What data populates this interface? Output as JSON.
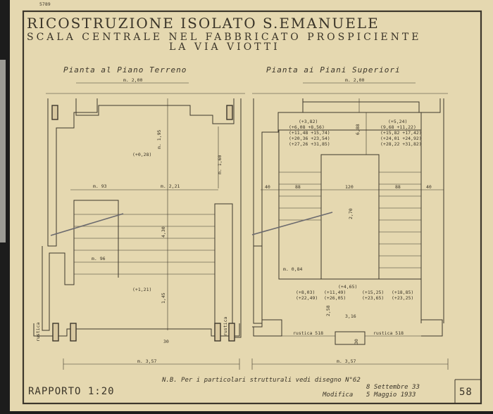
{
  "title": {
    "line1": "RICOSTRUZIONE ISOLATO S.EMANUELE",
    "line2": "SCALA CENTRALE NEL FABBRICATO PROSPICIENTE",
    "line3": "LA VIA VIOTTI"
  },
  "corner_code": "5789",
  "plans": {
    "left": {
      "title": "Pianta al Piano Terreno",
      "dims": [
        "m. 2,00",
        "m. 1,95",
        "m. 1,60",
        "m. 2,21",
        "m. 93",
        "m. 96",
        "4,30",
        "1,45",
        "30",
        "(+0,28)",
        "(+1,21)",
        "m. 3,57"
      ],
      "labels": [
        "rustica",
        "rustica"
      ]
    },
    "right": {
      "title": "Pianta ai Piani Superiori",
      "dims": [
        "m. 2,00",
        "88",
        "120",
        "88",
        "40",
        "40",
        "2,70",
        "6,88",
        "m. 3,57",
        "m. 0,84",
        "2,58",
        "3,16",
        "30"
      ],
      "levels_left": [
        "(+3,82)",
        "(+6,08 +8,56)",
        "(+11,48 +15,74)",
        "(+20,36 +23,54)",
        "(+27,26 +31,85)"
      ],
      "levels_right": [
        "(+5,24)",
        "(9,68 +11,22)",
        "(+15,82 +17,42)",
        "(+24,01 +24,92)",
        "(+28,22 +31,82)"
      ],
      "levels_bottom": [
        "(+4,65)",
        "(+8,03)",
        "(+11,49)",
        "(+15,25)",
        "(+18,85)",
        "(+22,49)",
        "(+26,05)",
        "(+23,65)",
        "(+23,25)"
      ],
      "labels": [
        "rustica 518",
        "rustica 518"
      ]
    }
  },
  "note": "N.B. Per i particolari strutturali vedi disegno N°62",
  "scale_label": "RAPPORTO 1:20",
  "dates": {
    "line1": "8 Settembre 33",
    "line2_prefix": "Modifica",
    "line2_date": "5 Maggio 1933"
  },
  "sheet_number": "58",
  "colors": {
    "paper": "#e6d8b0",
    "ink": "#3d372c",
    "backdrop": "#1c1c1c"
  }
}
